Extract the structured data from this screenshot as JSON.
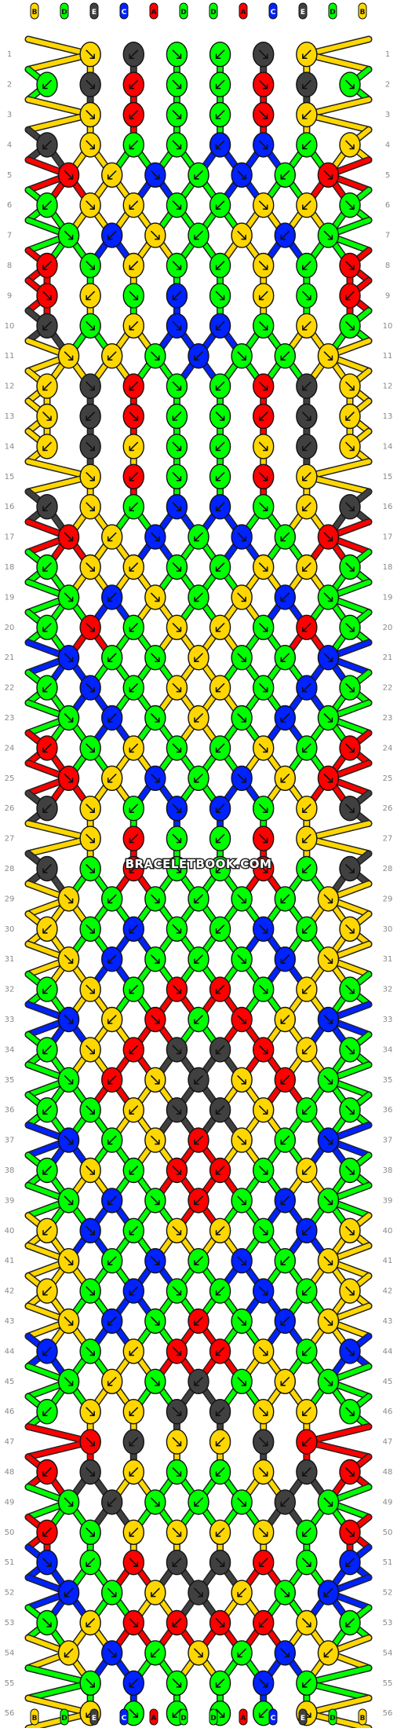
{
  "pattern": {
    "watermark": "BRACELETBOOK.COM",
    "colors": {
      "A": "#ff0000",
      "B": "#ffd700",
      "C": "#0022ff",
      "D": "#00ff00",
      "E": "#404040"
    },
    "strand_labels_top": [
      "B",
      "D",
      "E",
      "C",
      "A",
      "D",
      "D",
      "A",
      "C",
      "E",
      "D",
      "B"
    ],
    "strand_labels_bottom": [
      "B",
      "D",
      "E",
      "C",
      "A",
      "D",
      "D",
      "A",
      "C",
      "E",
      "D",
      "B"
    ],
    "row_count": 56,
    "knot_colors": [
      [
        "B",
        "E",
        "D",
        "D",
        "E",
        "B"
      ],
      [
        "D",
        "E",
        "A",
        "D",
        "D",
        "A",
        "E",
        "D"
      ],
      [
        "B",
        "A",
        "D",
        "D",
        "A",
        "B"
      ],
      [
        "E",
        "B",
        "D",
        "D",
        "C",
        "C",
        "D",
        "B"
      ],
      [
        "A",
        "B",
        "C",
        "D",
        "C",
        "D",
        "A"
      ],
      [
        "D",
        "B",
        "B",
        "D",
        "D",
        "B",
        "B",
        "D"
      ],
      [
        "D",
        "C",
        "B",
        "D",
        "B",
        "C",
        "D"
      ],
      [
        "A",
        "D",
        "B",
        "D",
        "D",
        "B",
        "D",
        "A"
      ],
      [
        "A",
        "B",
        "D",
        "C",
        "D",
        "B",
        "D",
        "A"
      ],
      [
        "E",
        "D",
        "B",
        "C",
        "C",
        "D",
        "B",
        "D"
      ],
      [
        "B",
        "B",
        "D",
        "C",
        "D",
        "D",
        "B"
      ],
      [
        "B",
        "E",
        "A",
        "D",
        "D",
        "A",
        "E",
        "B"
      ],
      [
        "B",
        "E",
        "A",
        "D",
        "D",
        "A",
        "E",
        "B"
      ],
      [
        "B",
        "E",
        "B",
        "D",
        "D",
        "B",
        "E",
        "B"
      ],
      [
        "B",
        "A",
        "D",
        "D",
        "A",
        "B"
      ],
      [
        "E",
        "B",
        "D",
        "C",
        "C",
        "D",
        "B",
        "E"
      ],
      [
        "A",
        "B",
        "C",
        "D",
        "C",
        "D",
        "A"
      ],
      [
        "D",
        "B",
        "B",
        "D",
        "D",
        "B",
        "B",
        "D"
      ],
      [
        "D",
        "C",
        "B",
        "D",
        "B",
        "C",
        "D"
      ],
      [
        "D",
        "A",
        "D",
        "B",
        "B",
        "D",
        "A",
        "D"
      ],
      [
        "C",
        "D",
        "D",
        "B",
        "D",
        "D",
        "C"
      ],
      [
        "D",
        "C",
        "D",
        "B",
        "B",
        "D",
        "C",
        "D"
      ],
      [
        "D",
        "C",
        "D",
        "B",
        "D",
        "C",
        "D"
      ],
      [
        "A",
        "D",
        "B",
        "D",
        "D",
        "B",
        "D",
        "A"
      ],
      [
        "A",
        "B",
        "C",
        "D",
        "C",
        "B",
        "A"
      ],
      [
        "E",
        "B",
        "D",
        "C",
        "C",
        "D",
        "B",
        "E"
      ],
      [
        "B",
        "A",
        "D",
        "D",
        "A",
        "B"
      ],
      [
        "E",
        "D",
        "A",
        "D",
        "D",
        "A",
        "D",
        "E"
      ],
      [
        "B",
        "D",
        "D",
        "D",
        "D",
        "D",
        "B"
      ],
      [
        "B",
        "D",
        "C",
        "D",
        "D",
        "C",
        "D",
        "B"
      ],
      [
        "B",
        "C",
        "D",
        "D",
        "D",
        "C",
        "B"
      ],
      [
        "D",
        "B",
        "D",
        "A",
        "A",
        "D",
        "B",
        "D"
      ],
      [
        "C",
        "B",
        "A",
        "D",
        "A",
        "B",
        "C"
      ],
      [
        "D",
        "B",
        "A",
        "E",
        "E",
        "A",
        "B",
        "D"
      ],
      [
        "D",
        "A",
        "B",
        "E",
        "B",
        "A",
        "D"
      ],
      [
        "D",
        "D",
        "B",
        "E",
        "E",
        "B",
        "D",
        "D"
      ],
      [
        "C",
        "D",
        "B",
        "A",
        "B",
        "D",
        "C"
      ],
      [
        "D",
        "B",
        "D",
        "A",
        "A",
        "D",
        "B",
        "D"
      ],
      [
        "D",
        "C",
        "D",
        "A",
        "D",
        "C",
        "D"
      ],
      [
        "B",
        "C",
        "D",
        "B",
        "B",
        "D",
        "C",
        "B"
      ],
      [
        "B",
        "D",
        "C",
        "D",
        "C",
        "D",
        "B"
      ],
      [
        "B",
        "D",
        "C",
        "D",
        "D",
        "C",
        "D",
        "B"
      ],
      [
        "B",
        "C",
        "D",
        "A",
        "D",
        "C",
        "B"
      ],
      [
        "C",
        "D",
        "B",
        "A",
        "A",
        "B",
        "D",
        "C"
      ],
      [
        "D",
        "B",
        "D",
        "E",
        "D",
        "B",
        "D"
      ],
      [
        "D",
        "B",
        "B",
        "E",
        "E",
        "B",
        "B",
        "D"
      ],
      [
        "A",
        "E",
        "B",
        "B",
        "E",
        "A"
      ],
      [
        "A",
        "E",
        "B",
        "D",
        "D",
        "B",
        "E",
        "A"
      ],
      [
        "D",
        "E",
        "D",
        "D",
        "D",
        "E",
        "D"
      ],
      [
        "A",
        "D",
        "B",
        "B",
        "B",
        "B",
        "D",
        "A"
      ],
      [
        "C",
        "D",
        "A",
        "E",
        "E",
        "A",
        "D",
        "C"
      ],
      [
        "C",
        "D",
        "B",
        "E",
        "B",
        "D",
        "C"
      ],
      [
        "D",
        "B",
        "A",
        "A",
        "A",
        "A",
        "B",
        "D"
      ],
      [
        "B",
        "C",
        "D",
        "B",
        "D",
        "C",
        "B"
      ],
      [
        "D",
        "C",
        "D",
        "D",
        "C",
        "D"
      ],
      [
        "B",
        "D",
        "D",
        "D",
        "D",
        "B"
      ]
    ]
  }
}
